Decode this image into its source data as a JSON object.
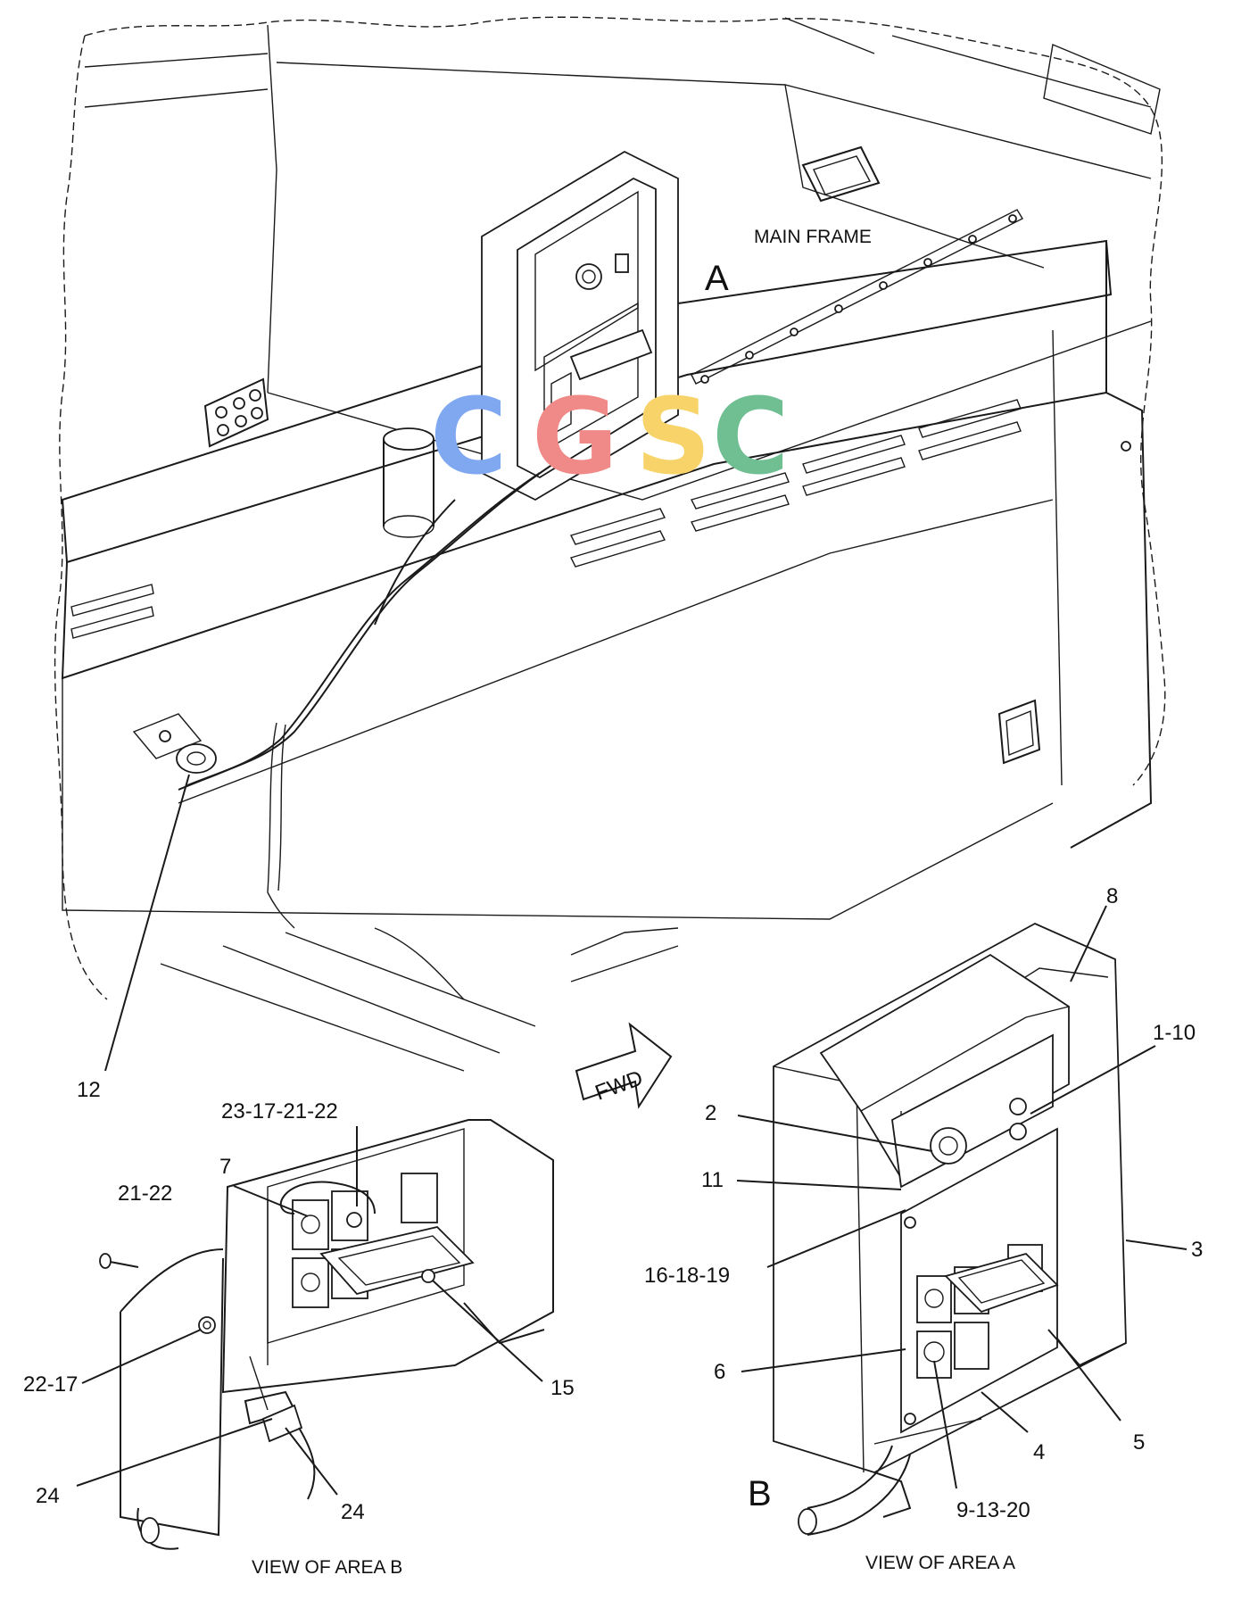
{
  "labels": {
    "main_frame": "MAIN FRAME",
    "area_a_letter": "A",
    "area_b_letter": "B",
    "fwd_arrow": "FWD",
    "view_area_a": "VIEW OF AREA  A",
    "view_area_b": "VIEW OF AREA  B"
  },
  "watermark": {
    "letters": [
      "C",
      "G",
      "S",
      "C"
    ],
    "colors": [
      "#7fa8f0",
      "#f08a88",
      "#f7d36a",
      "#6fbf93"
    ]
  },
  "callouts": {
    "c12": "12",
    "c8": "8",
    "c1_10": "1-10",
    "c2": "2",
    "c11": "11",
    "c16_18_19": "16-18-19",
    "c3": "3",
    "c6": "6",
    "c4": "4",
    "c5": "5",
    "c9_13_20": "9-13-20",
    "c23_17_21_22": "23-17-21-22",
    "c7": "7",
    "c21_22": "21-22",
    "c22_17": "22-17",
    "c15": "15",
    "c24_left": "24",
    "c24_bottom": "24"
  }
}
